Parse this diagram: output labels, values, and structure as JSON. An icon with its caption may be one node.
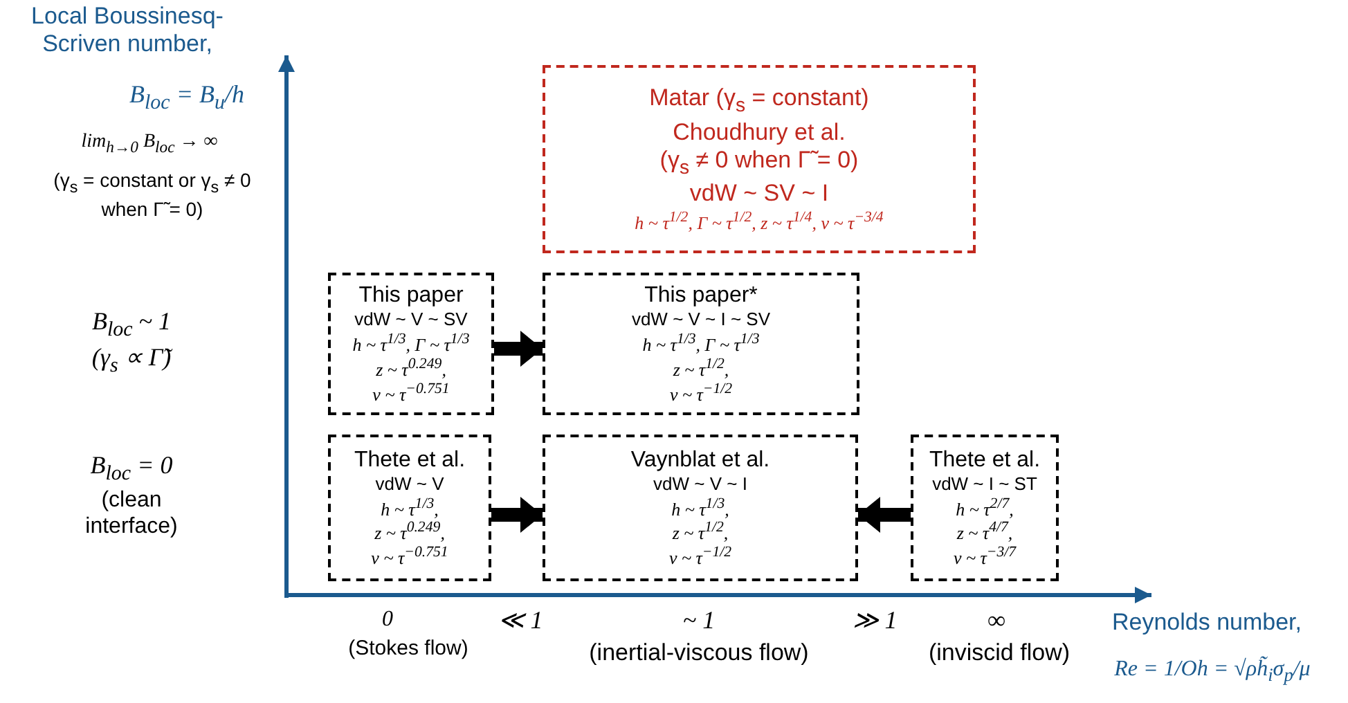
{
  "diagram": {
    "nodes": [
      {
        "text": [
          "Matar (γ$_{s}$ = constant)",
          "Choudhury et al.",
          "(γ$_{s}$ ≠ 0 when Γ̃ = 0)",
          "vdW ~ SV ~ I",
          "h ~ τ$^{1/2}$, Γ ~ τ$^{1/2}$, z ~ τ$^{1/4}$, v ~ τ$^{−3/4}$"
        ]
      },
      {
        "text": [
          "This paper",
          "vdW ~ V ~ SV",
          "h ~ τ$^{1/3}$, Γ ~ τ$^{1/3}$",
          "z ~ τ$^{0.249}$,",
          "v ~ τ$^{−0.751}$"
        ]
      },
      {
        "text": [
          "This paper*",
          "vdW ~ V ~ I ~ SV",
          "h ~ τ$^{1/3}$, Γ ~ τ$^{1/3}$",
          "z ~ τ$^{1/2}$,",
          "v ~ τ$^{−1/2}$"
        ]
      },
      {
        "text": [
          "Thete et al.",
          "vdW ~ V",
          "h ~ τ$^{1/3}$,",
          "z ~ τ$^{0.249}$,",
          "v ~ τ$^{−0.751}$"
        ]
      },
      {
        "text": [
          "Vaynblat et al.",
          "vdW ~ V ~ I",
          "h ~ τ$^{1/3}$,",
          "z ~ τ$^{1/2}$,",
          "v ~ τ$^{−1/2}$"
        ]
      },
      {
        "text": [
          "Thete et al.",
          "vdW ~ I ~ ST",
          "h ~ τ$^{2/7}$,",
          "z ~ τ$^{4/7}$,",
          "v ~ τ$^{−3/7}$"
        ]
      }
    ],
    "edges": [
      {
        "from": 1,
        "to": 2,
        "arrow": "to"
      },
      {
        "from": 3,
        "to": 4,
        "arrow": "to"
      },
      {
        "from": 5,
        "to": 4,
        "arrow": "to"
      }
    ],
    "labels": [
      "Local Boussinesq-Scriven number,",
      "B$_{loc}$ = B$_{u}$/h",
      "lim$_{h→0}$ B$_{loc}$ → ∞",
      "(γ$_{s}$ = constant or γ$_{s}$ ≠ 0 when Γ̃ = 0)",
      "B$_{loc}$ ~ 1",
      "(γ$_{s}$ ∝ Γ̃)",
      "B$_{loc}$ = 0",
      "(clean interface)",
      "0",
      "(Stokes flow)",
      "≪ 1",
      "~ 1",
      "(inertial-viscous flow)",
      "≫ 1",
      "∞",
      "(inviscid flow)",
      "Reynolds number,",
      "Re = 1/Oh = √ρh̃$_{i}$σ$_{p}$/μ"
    ]
  }
}
